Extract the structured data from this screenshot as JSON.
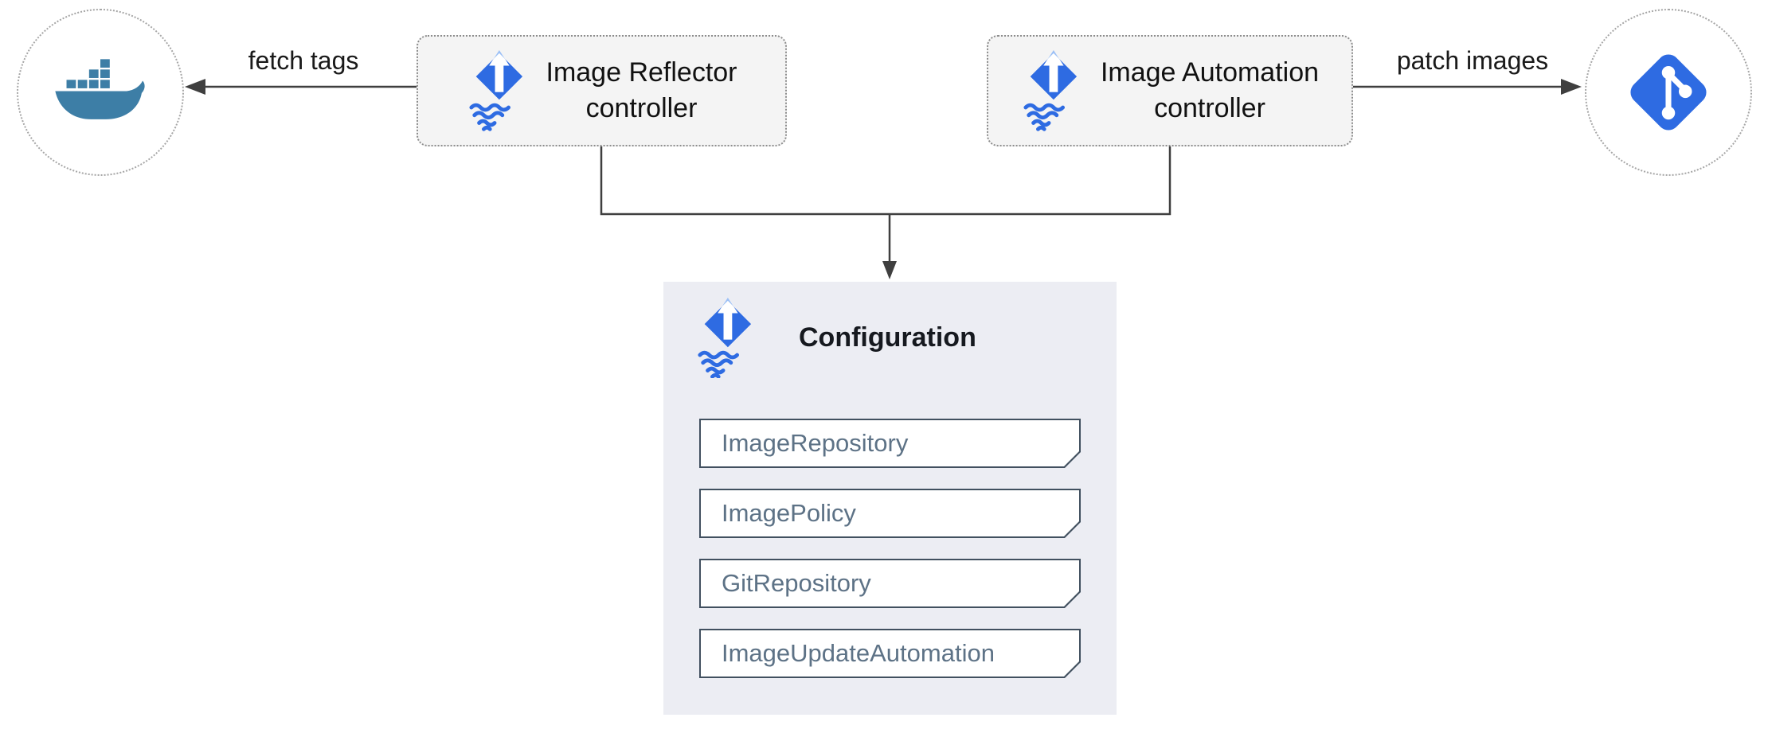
{
  "diagram": {
    "edge_labels": {
      "fetch_tags": "fetch tags",
      "patch_images": "patch images"
    },
    "controllers": {
      "reflector": {
        "line1": "Image Reflector",
        "line2": "controller"
      },
      "automation": {
        "line1": "Image Automation",
        "line2": "controller"
      }
    },
    "configuration": {
      "title": "Configuration",
      "items": [
        "ImageRepository",
        "ImagePolicy",
        "GitRepository",
        "ImageUpdateAutomation"
      ]
    },
    "icons": {
      "flux": "flux-icon",
      "docker": "docker-icon",
      "git": "git-icon"
    },
    "colors": {
      "flux_blue": "#2e6be2",
      "flux_arrow_light": "#9cc0f6",
      "docker_blue": "#3d7ea6",
      "git_blue": "#2e6be2",
      "config_bg": "#ecedf3",
      "node_bg": "#f4f4f4",
      "item_border": "#41505f",
      "item_text": "#5d7286",
      "arrow": "#3f3f3f"
    }
  }
}
